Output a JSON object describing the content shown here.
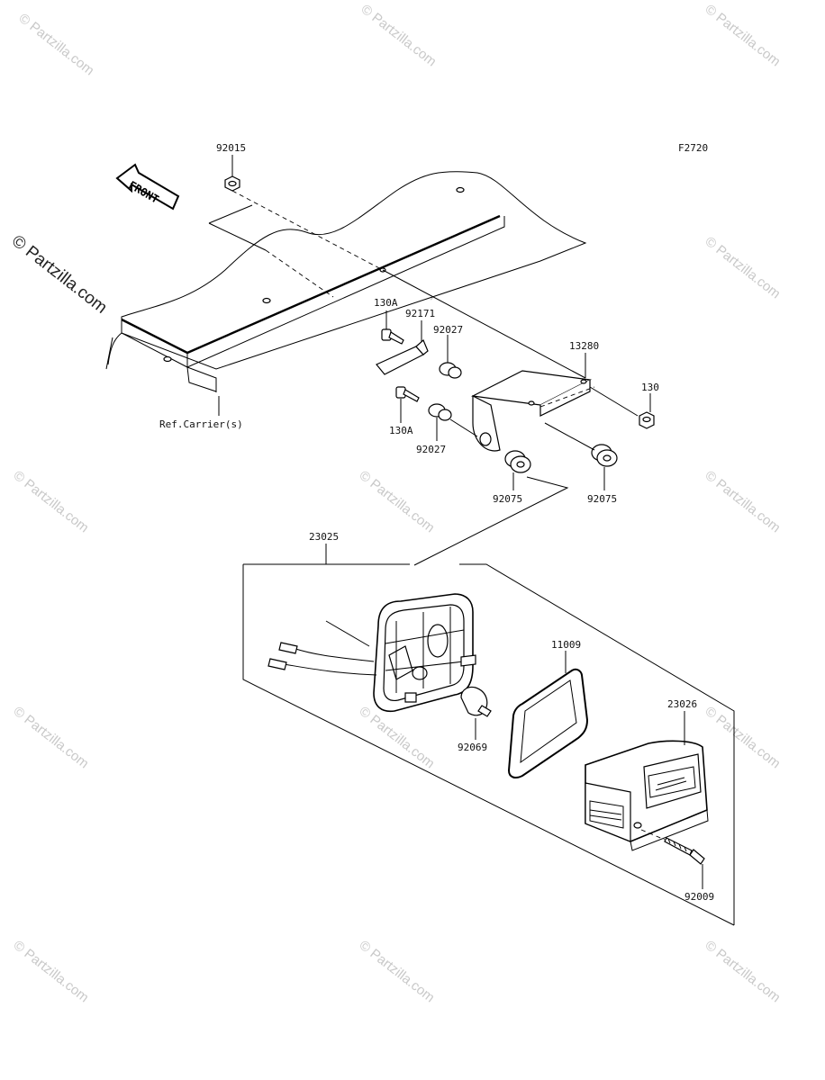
{
  "diagram_code": "F2720",
  "front_label": "FRONT",
  "ref_label": "Ref.Carrier(s)",
  "watermark": "© Partzilla.com",
  "parts": {
    "p92015": "92015",
    "p130A_top": "130A",
    "p92171": "92171",
    "p92027_top": "92027",
    "p13280": "13280",
    "p130": "130",
    "p130A_bottom": "130A",
    "p92027_bottom": "92027",
    "p92075_left": "92075",
    "p92075_right": "92075",
    "p23025": "23025",
    "p11009": "11009",
    "p23026": "23026",
    "p92069": "92069",
    "p92009": "92009"
  }
}
